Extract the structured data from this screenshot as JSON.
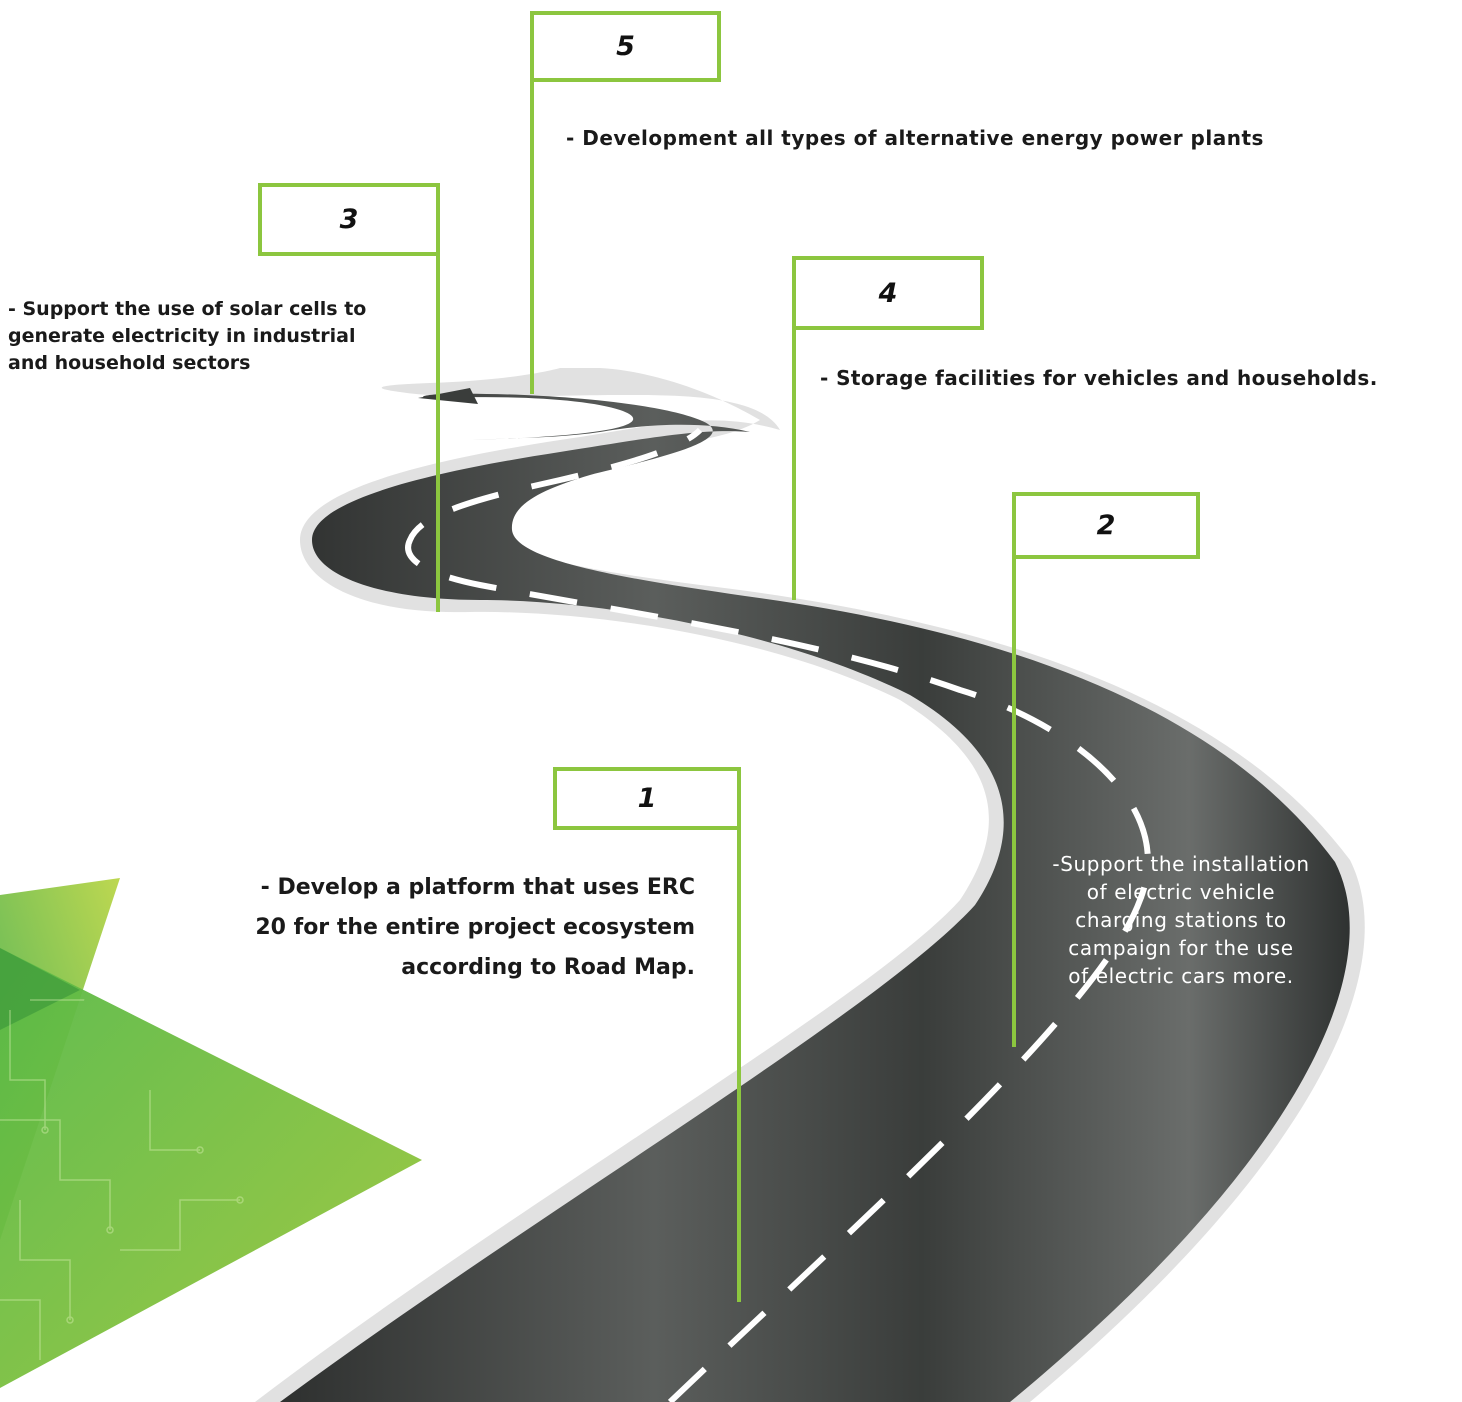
{
  "colors": {
    "accent_green": "#8cc63f",
    "road_dark": "#3a3d3b",
    "road_edge": "#dcdcdc",
    "text": "#1a1a1a",
    "lane_marking": "#ffffff"
  },
  "milestones": [
    {
      "number": "1",
      "text": "- Develop a platform that uses ERC\n20 for the entire project ecosystem\naccording to Road Map."
    },
    {
      "number": "2",
      "text": "-Support the installation\nof electric vehicle\ncharging stations to\ncampaign for the use\nof electric cars more."
    },
    {
      "number": "3",
      "text": "-  Support the use of solar cells to\ngenerate electricity in industrial\nand household sectors"
    },
    {
      "number": "4",
      "text": "-  Storage facilities for vehicles and households."
    },
    {
      "number": "5",
      "text": "-  Development all types of alternative energy power plants"
    }
  ]
}
